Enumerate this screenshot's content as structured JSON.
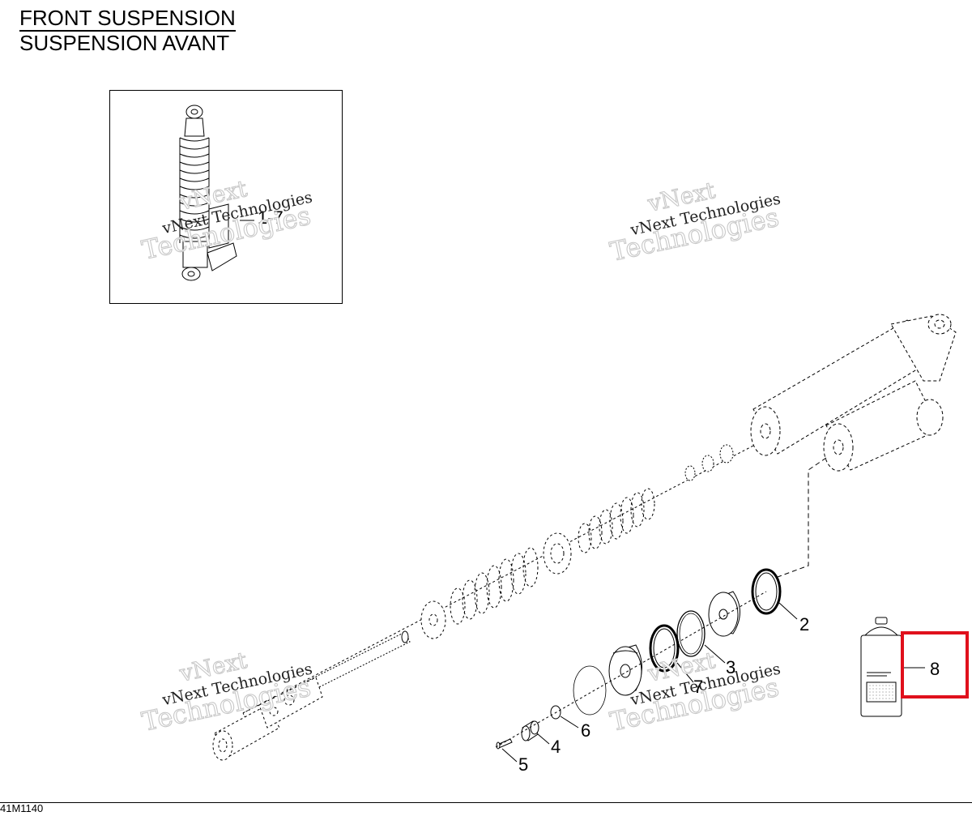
{
  "title": {
    "english": "FRONT SUSPENSION",
    "french": "SUSPENSION AVANT"
  },
  "inset": {
    "callout": "1-7"
  },
  "callouts": {
    "c2": "2",
    "c3": "3",
    "c4": "4",
    "c5": "5",
    "c6": "6",
    "c7": "7",
    "c8": "8"
  },
  "watermark": {
    "line1": "vNext",
    "line2": "vNext Technologies",
    "line3": "Technologies"
  },
  "footer": {
    "code": "41M1140"
  },
  "colors": {
    "highlight": "#e0101c",
    "line": "#000000",
    "watermark_outline": "#c8c8c8"
  },
  "icons": {
    "inset_part": "shock-absorber-icon",
    "bottle": "oil-bottle-icon"
  }
}
